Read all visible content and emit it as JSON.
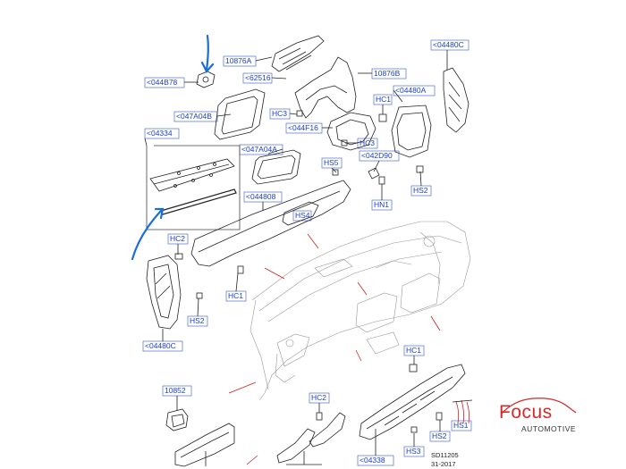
{
  "callouts": {
    "c044b78": "<044B78",
    "c10876a": "10876A",
    "c62516": "<62516",
    "c10876b": "10876B",
    "c04480c_top": "<04480C",
    "c047a04b": "<047A04B",
    "hc3_a": "HC3",
    "hc1_top": "HC1",
    "c04480a": "<04480A",
    "c04334": "<04334",
    "c044f16": "<044F16",
    "hc3_b": "HC3",
    "c047a04a": "<047A04A",
    "hs5": "HS5",
    "c042d90": "<042D90",
    "c044808": "<044808",
    "hs2_right": "HS2",
    "hn1": "HN1",
    "hs4": "HS4",
    "hc2_left": "HC2",
    "hc1_mid": "HC1",
    "hs2_left": "HS2",
    "c04480c_left": "<04480C",
    "hc1_lower": "HC1",
    "c10852": "10852",
    "hc2_lower": "HC2",
    "hs1": "HS1",
    "hs2_lower": "HS2",
    "hs3": "HS3",
    "c04338": "<04338"
  },
  "reference": {
    "code": "SD11205",
    "date": "31-2017"
  },
  "logo": {
    "name": "Focus",
    "tagline": "AUTOMOTIVE",
    "color": "#d42a2a"
  },
  "colors": {
    "label": "#1a3fbf",
    "annotation": "#1a6fd6",
    "leader": "#cc2222"
  }
}
